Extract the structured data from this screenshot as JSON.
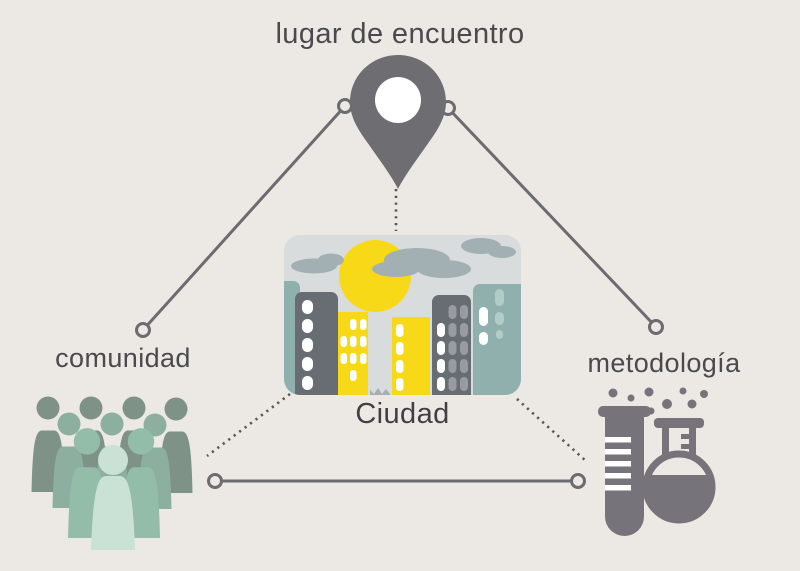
{
  "title": "lugar de encuentro",
  "nodes": {
    "top": {
      "label": "lugar de encuentro",
      "icon": "map-pin-icon"
    },
    "left": {
      "label": "comunidad",
      "icon": "community-crowd-icon"
    },
    "right": {
      "label": "metodología",
      "icon": "chemistry-lab-icon"
    },
    "center": {
      "label": "Ciudad",
      "icon": "city-illustration"
    }
  },
  "colors": {
    "bg": "#ECE9E4",
    "line": "#6B6B70",
    "dots": "#55555A",
    "text": "#4A4A4E",
    "text_dark": "#3F3F44",
    "pin": "#6D6D72",
    "pin_hole": "#FFFFFF",
    "lab": "#76737A",
    "sky": "#D8DCDD",
    "sun": "#F8D918",
    "cloud": "#A2B0B3",
    "bldg_dark": "#686D73",
    "bldg_yellow": "#F8D918",
    "bldg_teal": "#8FB0AD",
    "win_white": "#FFFFFF",
    "win_gray": "#989CA2",
    "win_teal": "#B2CCC8",
    "crowd_back": "#7E9287",
    "crowd_mid": "#8CAFA0",
    "crowd_mid2": "#93BCA9",
    "crowd_front": "#C9E2D5"
  }
}
